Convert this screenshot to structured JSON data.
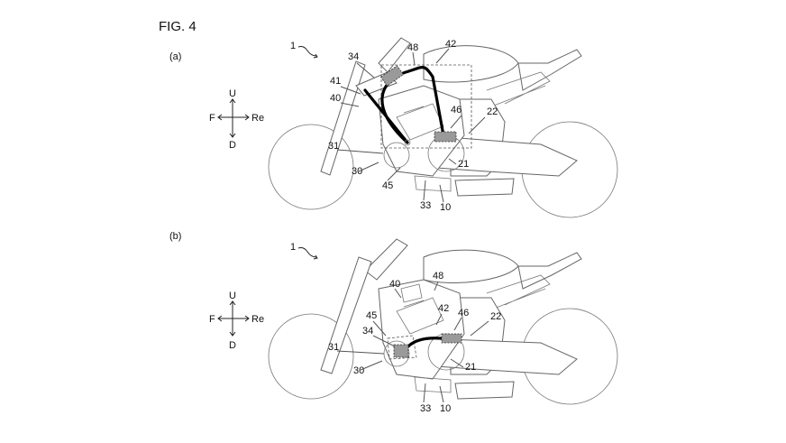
{
  "figure_title": "FIG. 4",
  "panels": [
    {
      "id": "a",
      "label": "(a)",
      "ref_main": "1",
      "compass": {
        "up": "U",
        "down": "D",
        "front": "F",
        "rear": "Re"
      },
      "refs": {
        "r48": "48",
        "r42": "42",
        "r34": "34",
        "r41": "41",
        "r40": "40",
        "r46": "46",
        "r22": "22",
        "r31": "31",
        "r30": "30",
        "r45": "45",
        "r21": "21",
        "r33": "33",
        "r10": "10"
      }
    },
    {
      "id": "b",
      "label": "(b)",
      "ref_main": "1",
      "compass": {
        "up": "U",
        "down": "D",
        "front": "F",
        "rear": "Re"
      },
      "refs": {
        "r48": "48",
        "r40": "40",
        "r42": "42",
        "r46": "46",
        "r45": "45",
        "r34": "34",
        "r22": "22",
        "r31": "31",
        "r30": "30",
        "r21": "21",
        "r33": "33",
        "r10": "10"
      }
    }
  ]
}
